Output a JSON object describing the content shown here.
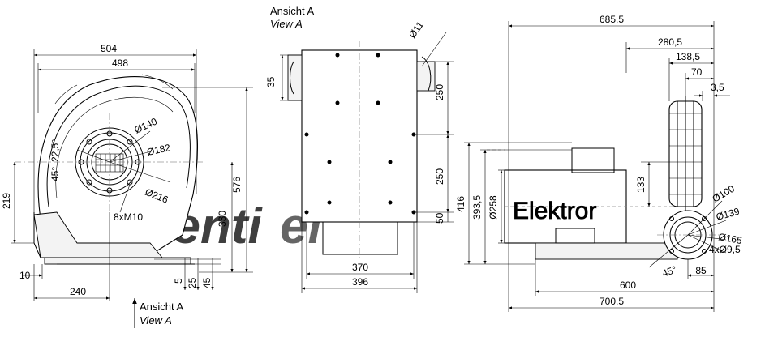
{
  "view_labels": {
    "top_de": "Ansicht A",
    "top_en": "View A",
    "bottom_de": "Ansicht A",
    "bottom_en": "View A"
  },
  "left_view": {
    "dims": {
      "overall_width": "504",
      "housing_width": "498",
      "height_total": "576",
      "height_axis": "219",
      "height_330": "330",
      "d_140": "Ø140",
      "d_182": "Ø182",
      "d_216": "Ø216",
      "angle_22_5": "22,5°",
      "angle_45": "45°",
      "bolts": "8xM10",
      "foot_10": "10",
      "foot_240": "240",
      "foot_5": "5",
      "foot_25": "25",
      "foot_45": "45"
    }
  },
  "middle_view": {
    "dims": {
      "d_11": "Ø11",
      "d_35": "35",
      "d_250_top": "250",
      "d_250_mid": "250",
      "d_50": "50",
      "d_370": "370",
      "d_396": "396"
    }
  },
  "right_view": {
    "motor_label": "Elektror",
    "dims": {
      "d_685_5": "685,5",
      "d_280_5": "280,5",
      "d_138_5": "138,5",
      "d_70": "70",
      "d_3_5": "3,5",
      "d_416": "416",
      "d_393_5": "393,5",
      "d_258": "Ø258",
      "d_133": "133",
      "d_100": "Ø100",
      "d_139": "Ø139",
      "d_165": "Ø165",
      "d_holes": "4xØ9,5",
      "d_45deg": "45°",
      "d_85": "85",
      "d_600": "600",
      "d_700_5": "700,5"
    }
  },
  "watermark": {
    "text_gray": "venti",
    "text_blue": "el",
    "color_gray": "#c8c8c8",
    "color_blue": "#2f7fd1"
  }
}
